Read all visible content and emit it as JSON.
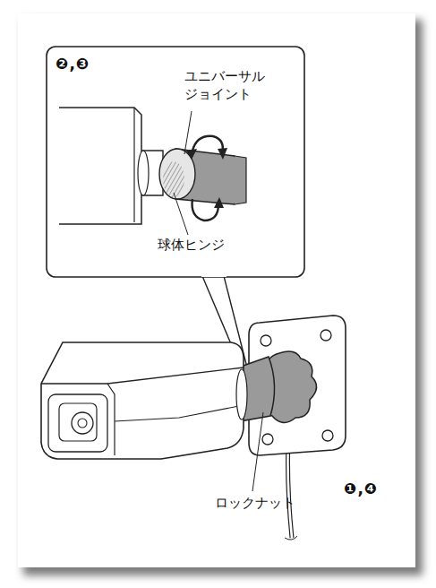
{
  "diagram": {
    "labels": [
      "❷,❸",
      "ユニバーサル ジョイント",
      "球体ヒンジ",
      "ロックナット",
      "❶,❹"
    ]
  }
}
